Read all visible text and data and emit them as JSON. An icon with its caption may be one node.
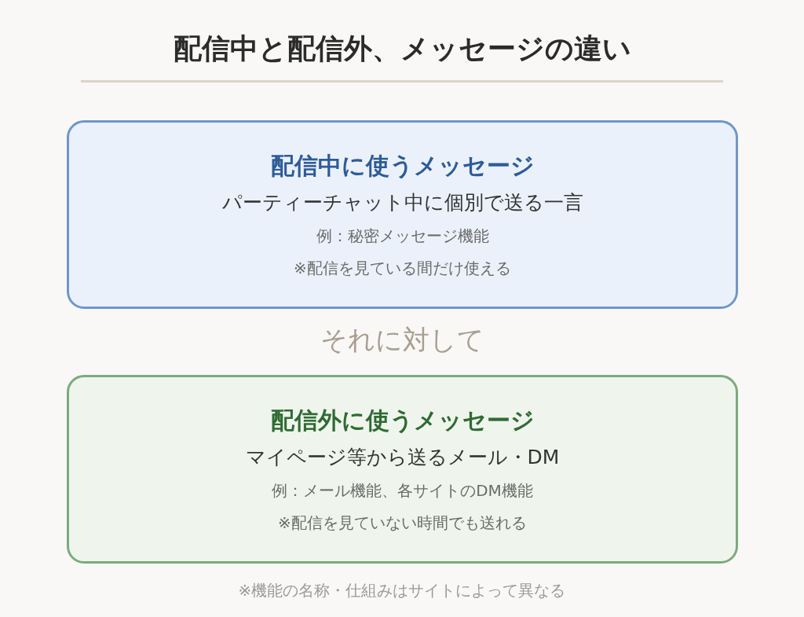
{
  "diagram": {
    "title": "配信中と配信外、メッセージの違い",
    "nodes": [
      {
        "text": [
          "配信中に使うメッセージ",
          "パーティーチャット中に個別で送る一言",
          "例：秘密メッセージ機能",
          "※配信を見ている間だけ使える"
        ]
      },
      {
        "text": [
          "配信外に使うメッセージ",
          "マイページ等から送るメール・DM",
          "例：メール機能、各サイトのDM機能",
          "※配信を見ていない時間でも送れる"
        ]
      }
    ],
    "labels": [
      "それに対して"
    ],
    "caption": "※機能の名称・仕組みはサイトによって異なる"
  }
}
